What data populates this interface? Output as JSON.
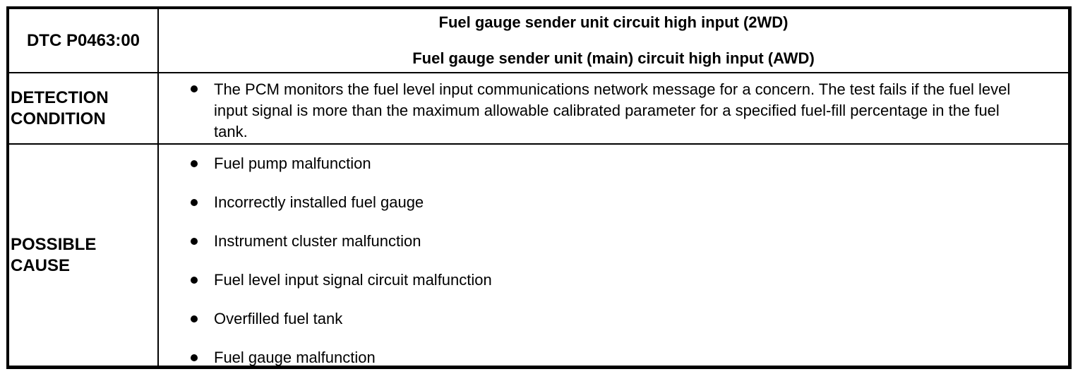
{
  "table": {
    "dtc_code": "DTC P0463:00",
    "title_lines": [
      "Fuel gauge sender unit circuit high input (2WD)",
      "Fuel gauge sender unit (main) circuit high input (AWD)"
    ],
    "detection": {
      "label_line1": "DETECTION",
      "label_line2": "CONDITION",
      "bullet": "The PCM monitors the fuel level input communications network message for a concern. The test fails if the fuel level input signal is more than the maximum allowable calibrated parameter for a specified fuel-fill percentage in the fuel tank."
    },
    "possible_cause": {
      "label_line1": "POSSIBLE",
      "label_line2": "CAUSE",
      "bullets": [
        "Fuel pump malfunction",
        "Incorrectly installed fuel gauge",
        "Instrument cluster malfunction",
        "Fuel level input signal circuit malfunction",
        "Overfilled fuel tank",
        "Fuel gauge malfunction"
      ]
    },
    "colors": {
      "border": "#000000",
      "text": "#000000",
      "background": "#ffffff"
    }
  }
}
